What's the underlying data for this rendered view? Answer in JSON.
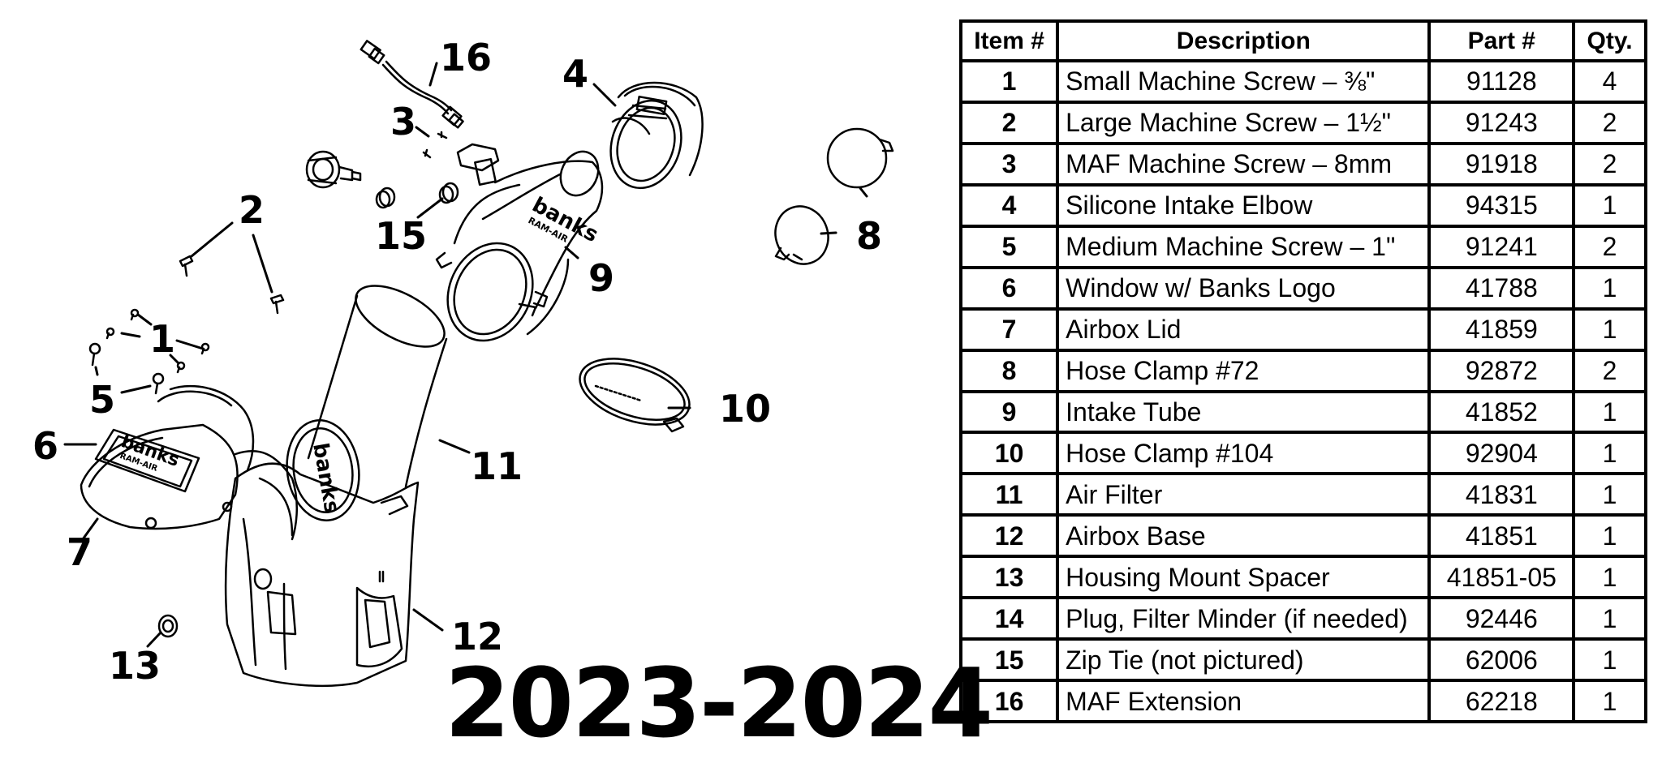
{
  "year_range": "2023-2024",
  "callouts": [
    {
      "id": "c16",
      "label": "16"
    },
    {
      "id": "c4",
      "label": "4"
    },
    {
      "id": "c3",
      "label": "3"
    },
    {
      "id": "c2",
      "label": "2"
    },
    {
      "id": "c15",
      "label": "15"
    },
    {
      "id": "c8",
      "label": "8"
    },
    {
      "id": "c9",
      "label": "9"
    },
    {
      "id": "c1",
      "label": "1"
    },
    {
      "id": "c5",
      "label": "5"
    },
    {
      "id": "c10",
      "label": "10"
    },
    {
      "id": "c6",
      "label": "6"
    },
    {
      "id": "c11",
      "label": "11"
    },
    {
      "id": "c7",
      "label": "7"
    },
    {
      "id": "c12",
      "label": "12"
    },
    {
      "id": "c13",
      "label": "13"
    }
  ],
  "logo_text": [
    "banks",
    "RAM-AIR"
  ],
  "table": {
    "headers": [
      "Item #",
      "Description",
      "Part #",
      "Qty."
    ],
    "rows": [
      {
        "item": "1",
        "description": "Small Machine Screw – ⅜\"",
        "part": "91128",
        "qty": "4"
      },
      {
        "item": "2",
        "description": "Large Machine Screw – 1½\"",
        "part": "91243",
        "qty": "2"
      },
      {
        "item": "3",
        "description": "MAF Machine Screw – 8mm",
        "part": "91918",
        "qty": "2"
      },
      {
        "item": "4",
        "description": "Silicone Intake Elbow",
        "part": "94315",
        "qty": "1"
      },
      {
        "item": "5",
        "description": "Medium Machine Screw – 1\"",
        "part": "91241",
        "qty": "2"
      },
      {
        "item": "6",
        "description": "Window w/ Banks Logo",
        "part": "41788",
        "qty": "1"
      },
      {
        "item": "7",
        "description": "Airbox Lid",
        "part": "41859",
        "qty": "1"
      },
      {
        "item": "8",
        "description": "Hose Clamp #72",
        "part": "92872",
        "qty": "2"
      },
      {
        "item": "9",
        "description": "Intake Tube",
        "part": "41852",
        "qty": "1"
      },
      {
        "item": "10",
        "description": "Hose Clamp #104",
        "part": "92904",
        "qty": "1"
      },
      {
        "item": "11",
        "description": "Air Filter",
        "part": "41831",
        "qty": "1"
      },
      {
        "item": "12",
        "description": "Airbox Base",
        "part": "41851",
        "qty": "1"
      },
      {
        "item": "13",
        "description": "Housing Mount Spacer",
        "part": "41851-05",
        "qty": "1"
      },
      {
        "item": "14",
        "description": "Plug, Filter Minder (if needed)",
        "part": "92446",
        "qty": "1"
      },
      {
        "item": "15",
        "description": "Zip Tie (not pictured)",
        "part": "62006",
        "qty": "1"
      },
      {
        "item": "16",
        "description": "MAF Extension",
        "part": "62218",
        "qty": "1"
      }
    ]
  }
}
